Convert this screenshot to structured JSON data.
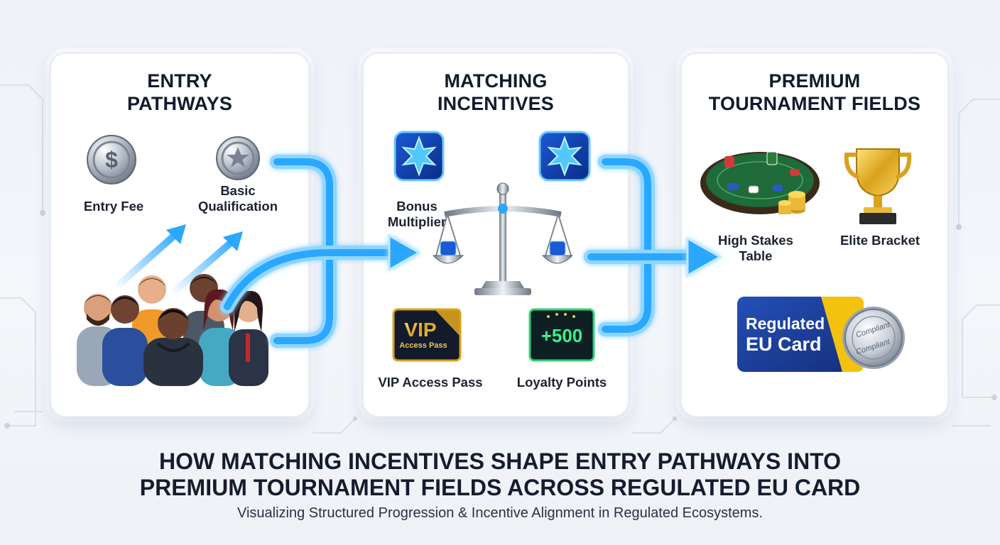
{
  "panels": {
    "entry": {
      "title_line1": "ENTRY",
      "title_line2": "PATHWAYS",
      "items": [
        "Entry Fee",
        "Basic",
        "Qualification"
      ]
    },
    "incentives": {
      "title_line1": "MATCHING",
      "title_line2": "INCENTIVES",
      "bonus_line1": "Bonus",
      "bonus_line2": "Multiplier",
      "vip_label": "VIP Access Pass",
      "loyalty_label": "Loyalty Points",
      "vip_card_big": "VIP",
      "vip_card_small": "Access Pass",
      "points_value": "+500"
    },
    "premium": {
      "title_line1": "PREMIUM",
      "title_line2": "TOURNAMENT FIELDS",
      "table_line1": "High Stakes",
      "table_line2": "Table",
      "elite_label": "Elite Bracket",
      "card_line1": "Regulated",
      "card_line2": "EU Card",
      "seal_text": "Compliant"
    }
  },
  "footer": {
    "title_line1": "HOW MATCHING INCENTIVES SHAPE ENTRY PATHWAYS INTO",
    "title_line2": "PREMIUM TOURNAMENT FIELDS ACROSS REGULATED EU CARD",
    "subtitle": "Visualizing Structured Progression & Incentive Alignment in Regulated Ecosystems."
  },
  "colors": {
    "accent_blue": "#2aa7ff",
    "glow_blue": "#8fd6ff",
    "card_navy": "#1c3a8f",
    "card_yellow": "#f2c20e",
    "title_dark": "#121b2e"
  }
}
